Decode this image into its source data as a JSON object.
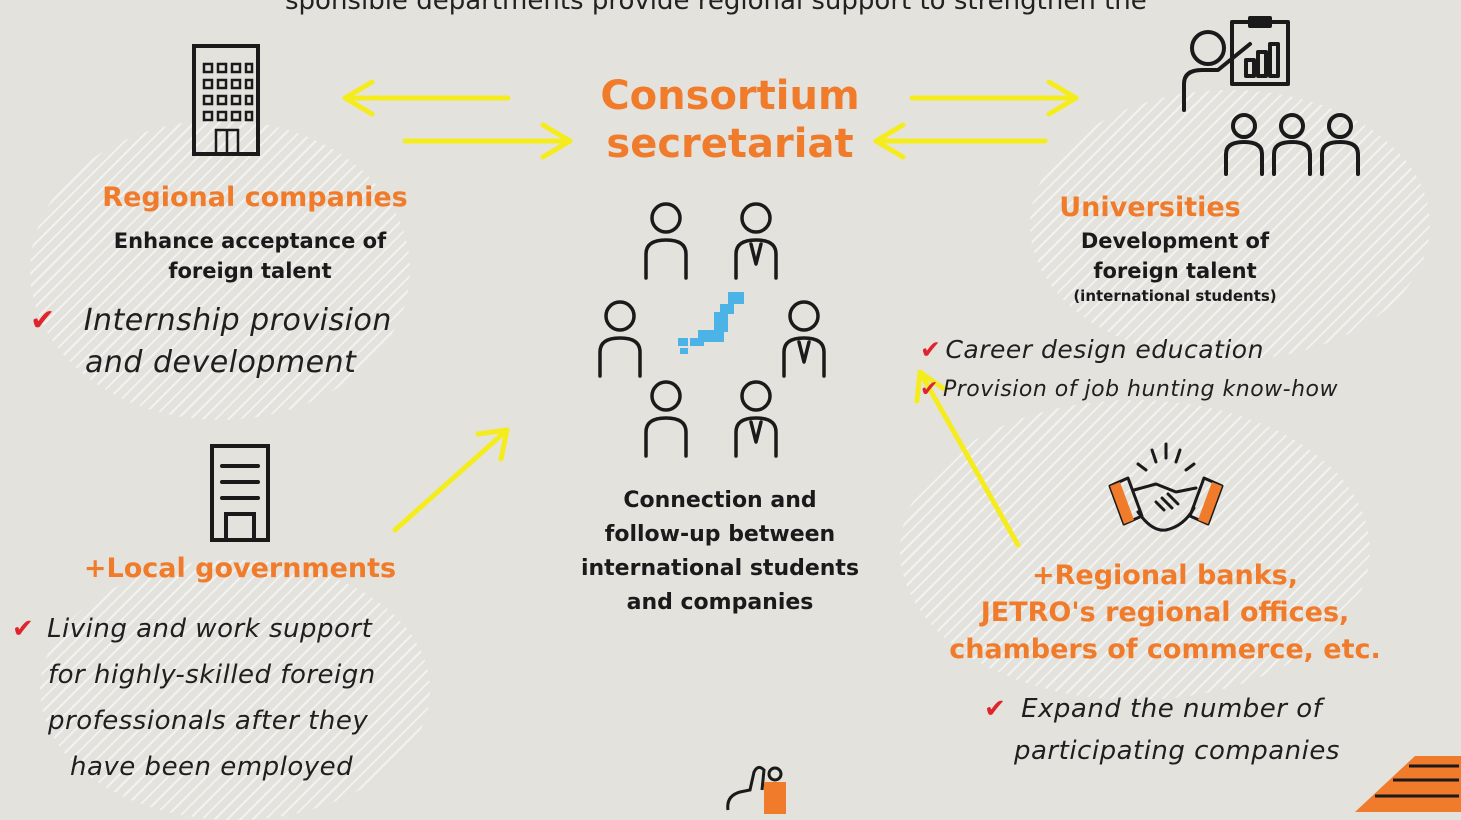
{
  "top_caption": "sponsible departments provide regional support to strengthen the",
  "secretariat": {
    "line1": "Consortium",
    "line2": "secretariat"
  },
  "regional_companies": {
    "title": "Regional companies",
    "subtitle_line1": "Enhance acceptance of",
    "subtitle_line2": "foreign talent",
    "item_line1": "Internship provision",
    "item_line2": "and development"
  },
  "universities": {
    "title": "Universities",
    "subtitle_line1": "Development of",
    "subtitle_line2": "foreign talent",
    "subtitle_line3": "(international students)",
    "item1": "Career design education",
    "item2": "Provision of job hunting know-how"
  },
  "local_governments": {
    "title": "+Local governments",
    "lines": [
      "Living and work support",
      "for highly-skilled foreign",
      "professionals after they",
      "have been employed"
    ]
  },
  "center": {
    "lines": [
      "Connection and",
      "follow-up between",
      "international students",
      "and companies"
    ]
  },
  "banks": {
    "title_lines": [
      "+Regional banks,",
      "JETRO's regional offices,",
      "chambers of commerce, etc."
    ],
    "item_line1": "Expand the number of",
    "item_line2": "participating companies"
  },
  "check_mark": "✔",
  "colors": {
    "orange": "#f07b2a",
    "yellow": "#f5ec1e",
    "red": "#e0242c",
    "japan_blue": "#4bb3e6",
    "background": "#e3e2dd"
  }
}
